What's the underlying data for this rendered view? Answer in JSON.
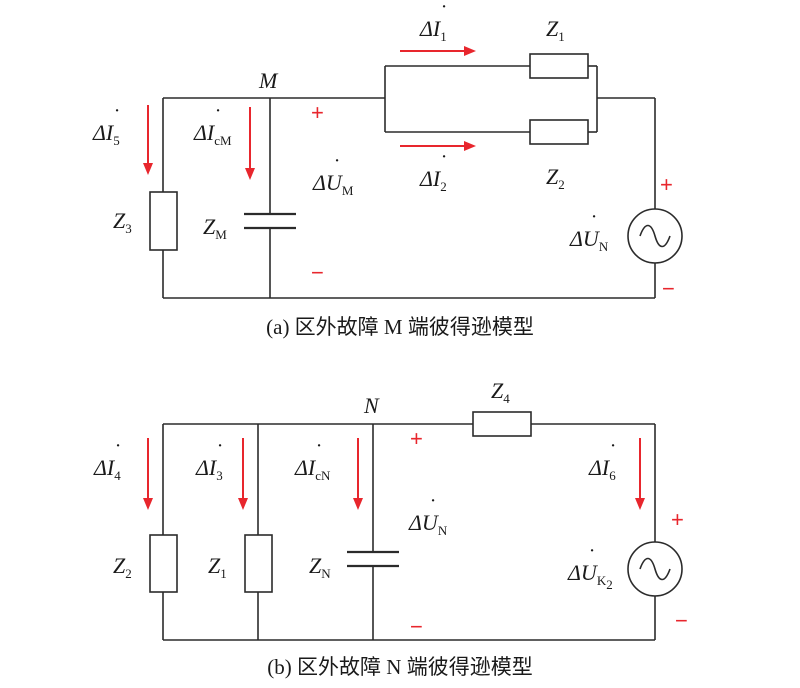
{
  "diagram_a": {
    "caption": "(a) 区外故障 M 端彼得逊模型",
    "node": "M",
    "currents": {
      "i1": {
        "base": "ΔI",
        "dot": "˙",
        "sub": "1"
      },
      "i2": {
        "base": "ΔI",
        "dot": "˙",
        "sub": "2"
      },
      "i5": {
        "base": "ΔI",
        "dot": "˙",
        "sub": "5"
      },
      "icm": {
        "base": "ΔI",
        "dot": "˙",
        "sub": "cM"
      }
    },
    "voltages": {
      "um": {
        "base": "ΔU",
        "dot": "˙",
        "sub": "M"
      },
      "un": {
        "base": "ΔU",
        "dot": "˙",
        "sub": "N"
      }
    },
    "impedances": {
      "z1": {
        "base": "Z",
        "sub": "1"
      },
      "z2": {
        "base": "Z",
        "sub": "2"
      },
      "z3": {
        "base": "Z",
        "sub": "3"
      },
      "zm": {
        "base": "Z",
        "sub": "M"
      }
    },
    "plus": "+",
    "minus": "−"
  },
  "diagram_b": {
    "caption": "(b) 区外故障 N 端彼得逊模型",
    "node": "N",
    "currents": {
      "i4": {
        "base": "ΔI",
        "dot": "˙",
        "sub": "4"
      },
      "i3": {
        "base": "ΔI",
        "dot": "˙",
        "sub": "3"
      },
      "icn": {
        "base": "ΔI",
        "dot": "˙",
        "sub": "cN"
      },
      "i6": {
        "base": "ΔI",
        "dot": "˙",
        "sub": "6"
      }
    },
    "voltages": {
      "un": {
        "base": "ΔU",
        "dot": "˙",
        "sub": "N"
      },
      "uk2": {
        "base": "ΔU",
        "dot": "˙",
        "sub": "K",
        "subsub": "2"
      }
    },
    "impedances": {
      "z4": {
        "base": "Z",
        "sub": "4"
      },
      "z2": {
        "base": "Z",
        "sub": "2"
      },
      "z1": {
        "base": "Z",
        "sub": "1"
      },
      "zn": {
        "base": "Z",
        "sub": "N"
      }
    },
    "plus": "+",
    "minus": "−"
  },
  "colors": {
    "wire": "#2b2b2b",
    "arrow": "#e8262d",
    "text": "#1a1a1a"
  }
}
